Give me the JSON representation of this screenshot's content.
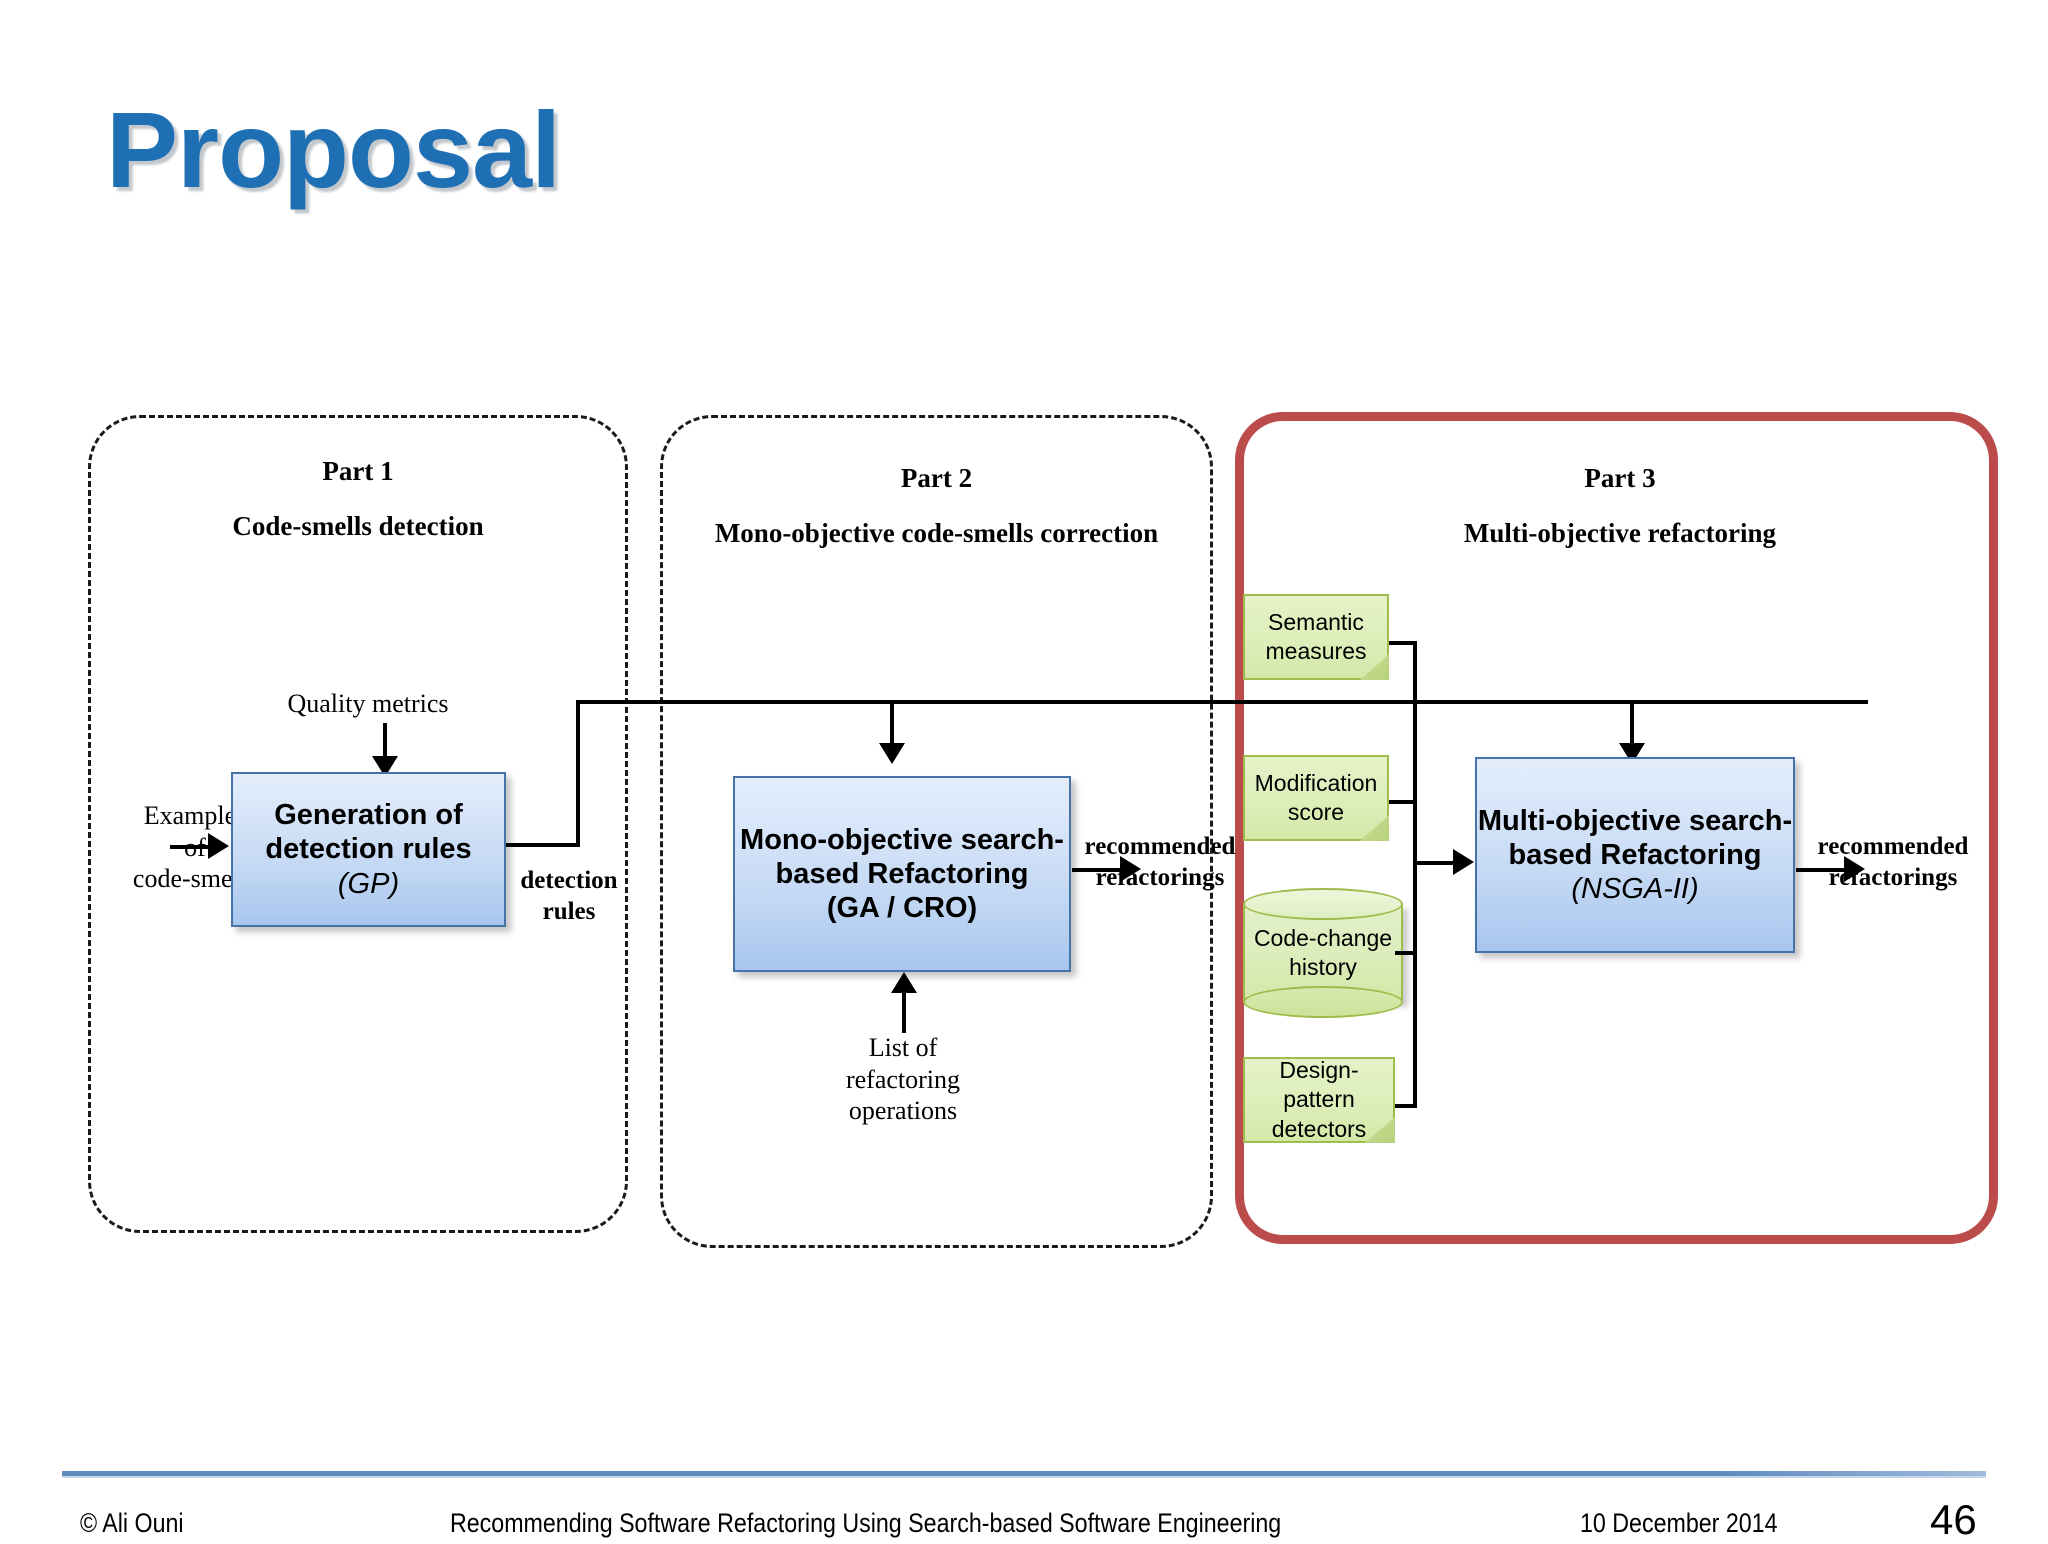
{
  "slide": {
    "title": "Proposal",
    "title_color": "#1F6FB4"
  },
  "parts": [
    {
      "id": "part1",
      "number": "Part 1",
      "subtitle": "Code-smells detection",
      "border_style": "dashed",
      "border_color": "#1a1a1a"
    },
    {
      "id": "part2",
      "number": "Part 2",
      "subtitle": "Mono-objective code-smells correction",
      "border_style": "dashed",
      "border_color": "#1a1a1a"
    },
    {
      "id": "part3",
      "number": "Part 3",
      "subtitle": "Multi-objective refactoring",
      "border_style": "solid",
      "border_color": "#BC4B4B"
    }
  ],
  "process_boxes": [
    {
      "id": "generation",
      "line1": "Generation of",
      "line2": "detection rules",
      "line3": "(GP)",
      "line3_italic": true,
      "fill": "#C3D8F4",
      "border": "#4573A7"
    },
    {
      "id": "mono",
      "line1": "Mono-objective search-",
      "line2": "based Refactoring",
      "line3": "(GA / CRO)",
      "line3_italic": false,
      "fill": "#C3D8F4",
      "border": "#4573A7"
    },
    {
      "id": "multi",
      "line1": "Multi-objective search-",
      "line2": "based Refactoring",
      "line3": "(NSGA-II)",
      "line3_italic": true,
      "fill": "#C3D8F4",
      "border": "#4573A7"
    }
  ],
  "knowledge_sources": [
    {
      "id": "semantic",
      "shape": "note",
      "line1": "Semantic",
      "line2": "measures",
      "fill": "#DDEEBA",
      "border": "#9FBC4C"
    },
    {
      "id": "modification",
      "shape": "note",
      "line1": "Modification",
      "line2": "score",
      "fill": "#DDEEBA",
      "border": "#9FBC4C"
    },
    {
      "id": "history",
      "shape": "cylinder",
      "line1": "Code-change",
      "line2": "history",
      "fill": "#DCEDBB",
      "border": "#9FBC4C"
    },
    {
      "id": "design-pattern",
      "shape": "note",
      "line1": "Design-pattern",
      "line2": "detectors",
      "fill": "#DDEEBA",
      "border": "#9FBC4C"
    }
  ],
  "edge_labels": {
    "quality_metrics": "Quality metrics",
    "examples": "Examples\nof\ncode-smells",
    "detection_rules": "detection\nrules",
    "mono_output": "recommended\nrefactorings",
    "multi_output": "recommended\nrefactorings",
    "refactoring_ops": "List of\nrefactoring\noperations"
  },
  "footer": {
    "copyright": "© Ali Ouni",
    "center": "Recommending Software Refactoring Using Search-based Software Engineering",
    "date": "10 December 2014",
    "page": "46",
    "rule_color": "#5E8AC0"
  }
}
